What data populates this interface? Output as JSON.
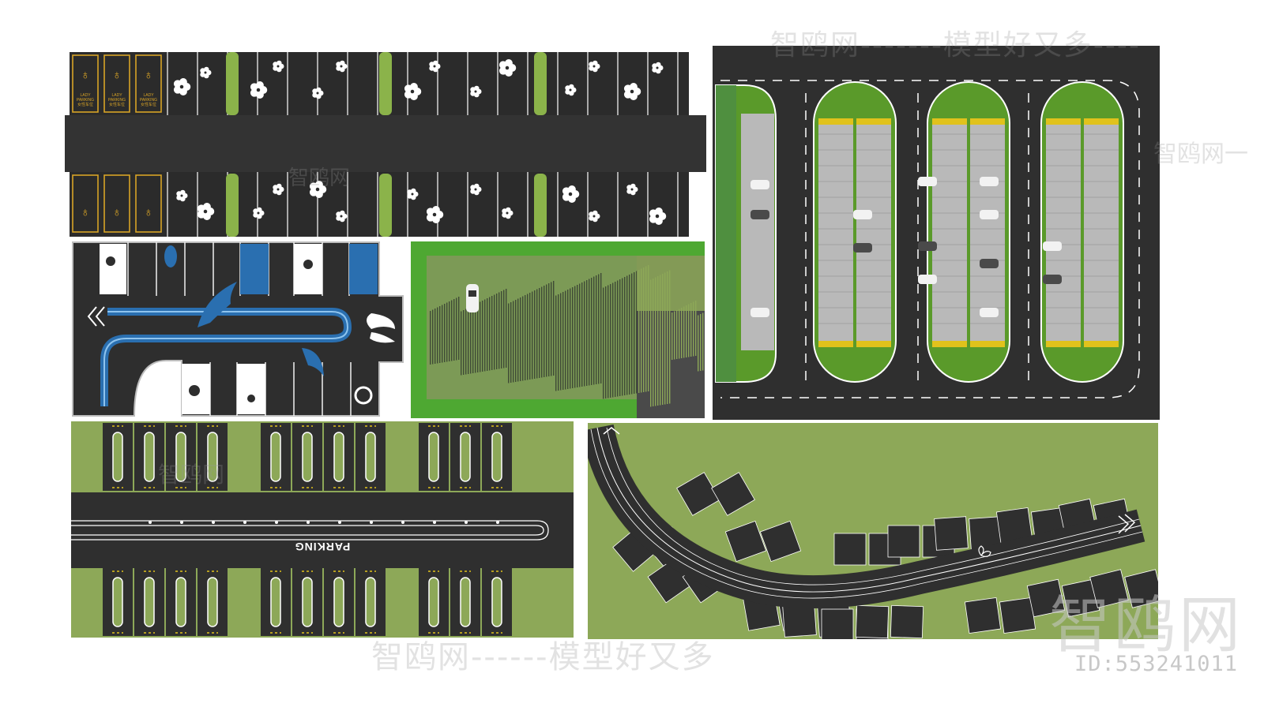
{
  "watermarks": {
    "top": "智鸥网-------模型好又多----",
    "bottom": "智鸥网------模型好又多",
    "big_logo": "智鸥网",
    "small_1": "智鸥网",
    "small_2": "智鸥网一",
    "small_3": "智鸥网",
    "id_label": "ID:553241011"
  },
  "panel_lady": {
    "stall_text_1": "LADY",
    "stall_text_2": "PARKING",
    "stall_text_3": "女性车位",
    "stall_count_special": 3
  },
  "panel_parking_road": {
    "road_text": "PARKING"
  },
  "colors": {
    "asphalt": "#2b2b2b",
    "grass": "#8da858",
    "bright_grass": "#5a9a2a",
    "paving": "#b9b9b9",
    "blue": "#2a6fb0",
    "gold": "#d7a326"
  }
}
